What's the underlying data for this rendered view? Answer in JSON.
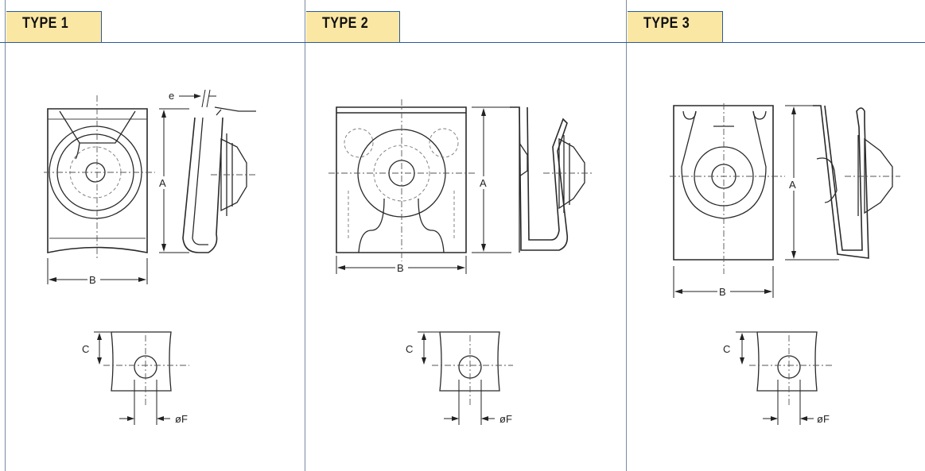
{
  "panels": [
    {
      "tab_label": "TYPE 1",
      "dims": {
        "a": "A",
        "b": "B",
        "c": "C",
        "e": "e",
        "f": "øF"
      }
    },
    {
      "tab_label": "TYPE 2",
      "dims": {
        "a": "A",
        "b": "B",
        "c": "C",
        "f": "øF"
      }
    },
    {
      "tab_label": "TYPE 3",
      "dims": {
        "a": "A",
        "b": "B",
        "c": "C",
        "f": "øF"
      }
    }
  ],
  "colors": {
    "tab_fill": "#fbe7a4",
    "rule": "#2a5a99",
    "ink": "#2a2a2a"
  }
}
